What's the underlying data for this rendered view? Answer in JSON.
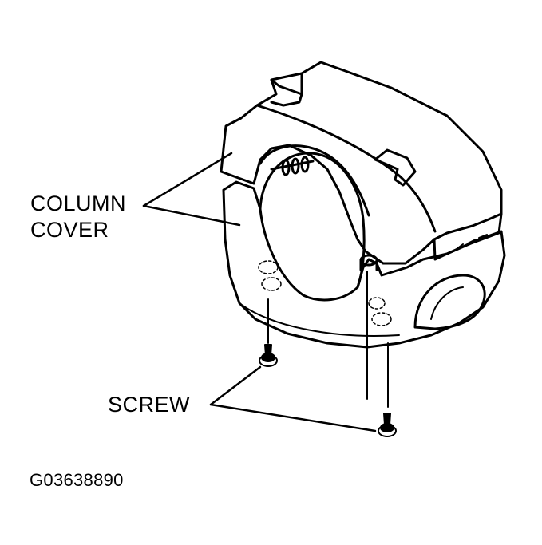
{
  "labels": {
    "column_cover_line1": "COLUMN",
    "column_cover_line2": "COVER",
    "screw": "SCREW",
    "figure_code": "G03638890"
  },
  "colors": {
    "ink": "#000000",
    "background": "#ffffff"
  }
}
